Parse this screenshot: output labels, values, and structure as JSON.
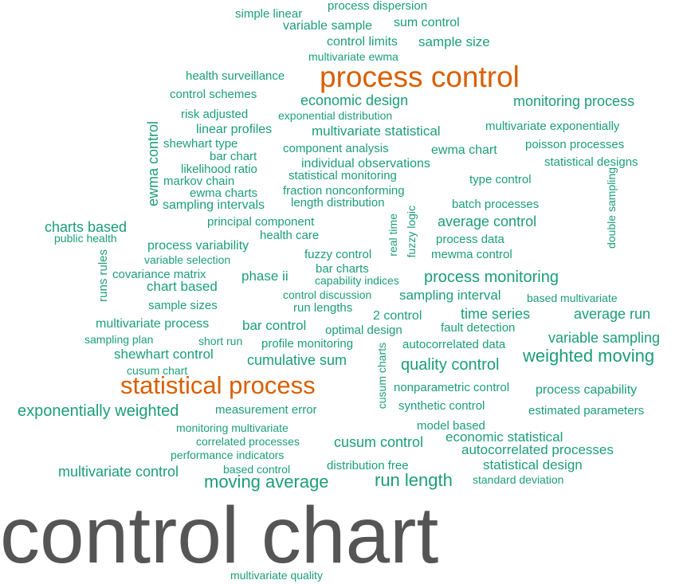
{
  "chart_data": {
    "type": "wordcloud",
    "colors": {
      "top": "#555555",
      "high": "#d95f02",
      "normal": "#1b9e77"
    },
    "words": [
      {
        "text": "control chart",
        "tier": "top"
      },
      {
        "text": "statistical process",
        "tier": "high"
      },
      {
        "text": "process control",
        "tier": "high"
      },
      {
        "text": "moving average",
        "tier": "normal"
      },
      {
        "text": "run length",
        "tier": "normal"
      },
      {
        "text": "exponentially weighted",
        "tier": "normal"
      },
      {
        "text": "weighted moving",
        "tier": "normal"
      },
      {
        "text": "quality control",
        "tier": "normal"
      },
      {
        "text": "process monitoring",
        "tier": "normal"
      },
      {
        "text": "multivariate control",
        "tier": "normal"
      },
      {
        "text": "cusum control",
        "tier": "normal"
      },
      {
        "text": "cumulative sum",
        "tier": "normal"
      },
      {
        "text": "shewhart control",
        "tier": "normal"
      },
      {
        "text": "multivariate process",
        "tier": "normal"
      },
      {
        "text": "bar control",
        "tier": "normal"
      },
      {
        "text": "2 control",
        "tier": "normal"
      },
      {
        "text": "time series",
        "tier": "normal"
      },
      {
        "text": "average run",
        "tier": "normal"
      },
      {
        "text": "variable sampling",
        "tier": "normal"
      },
      {
        "text": "sampling interval",
        "tier": "normal"
      },
      {
        "text": "average control",
        "tier": "normal"
      },
      {
        "text": "monitoring process",
        "tier": "normal"
      },
      {
        "text": "economic design",
        "tier": "normal"
      },
      {
        "text": "multivariate statistical",
        "tier": "normal"
      },
      {
        "text": "ewma control",
        "tier": "normal"
      },
      {
        "text": "charts based",
        "tier": "normal"
      },
      {
        "text": "sampling intervals",
        "tier": "normal"
      },
      {
        "text": "chart based",
        "tier": "normal"
      },
      {
        "text": "phase ii",
        "tier": "normal"
      },
      {
        "text": "economic statistical",
        "tier": "normal"
      },
      {
        "text": "autocorrelated processes",
        "tier": "normal"
      },
      {
        "text": "statistical design",
        "tier": "normal"
      },
      {
        "text": "process capability",
        "tier": "normal"
      },
      {
        "text": "control limits",
        "tier": "normal"
      },
      {
        "text": "sample size",
        "tier": "normal"
      },
      {
        "text": "variable sample",
        "tier": "normal"
      },
      {
        "text": "sum control",
        "tier": "normal"
      },
      {
        "text": "simple linear",
        "tier": "normal"
      },
      {
        "text": "process dispersion",
        "tier": "normal"
      },
      {
        "text": "multivariate ewma",
        "tier": "normal"
      },
      {
        "text": "health surveillance",
        "tier": "normal"
      },
      {
        "text": "control schemes",
        "tier": "normal"
      },
      {
        "text": "risk adjusted",
        "tier": "normal"
      },
      {
        "text": "exponential distribution",
        "tier": "normal"
      },
      {
        "text": "linear profiles",
        "tier": "normal"
      },
      {
        "text": "multivariate exponentially",
        "tier": "normal"
      },
      {
        "text": "shewhart type",
        "tier": "normal"
      },
      {
        "text": "component analysis",
        "tier": "normal"
      },
      {
        "text": "ewma chart",
        "tier": "normal"
      },
      {
        "text": "poisson processes",
        "tier": "normal"
      },
      {
        "text": "bar chart",
        "tier": "normal"
      },
      {
        "text": "individual observations",
        "tier": "normal"
      },
      {
        "text": "statistical designs",
        "tier": "normal"
      },
      {
        "text": "likelihood ratio",
        "tier": "normal"
      },
      {
        "text": "statistical monitoring",
        "tier": "normal"
      },
      {
        "text": "type control",
        "tier": "normal"
      },
      {
        "text": "markov chain",
        "tier": "normal"
      },
      {
        "text": "fraction nonconforming",
        "tier": "normal"
      },
      {
        "text": "ewma charts",
        "tier": "normal"
      },
      {
        "text": "length distribution",
        "tier": "normal"
      },
      {
        "text": "batch processes",
        "tier": "normal"
      },
      {
        "text": "principal component",
        "tier": "normal"
      },
      {
        "text": "public health",
        "tier": "normal"
      },
      {
        "text": "health care",
        "tier": "normal"
      },
      {
        "text": "process data",
        "tier": "normal"
      },
      {
        "text": "process variability",
        "tier": "normal"
      },
      {
        "text": "fuzzy control",
        "tier": "normal"
      },
      {
        "text": "mewma control",
        "tier": "normal"
      },
      {
        "text": "variable selection",
        "tier": "normal"
      },
      {
        "text": "bar charts",
        "tier": "normal"
      },
      {
        "text": "covariance matrix",
        "tier": "normal"
      },
      {
        "text": "capability indices",
        "tier": "normal"
      },
      {
        "text": "control discussion",
        "tier": "normal"
      },
      {
        "text": "based multivariate",
        "tier": "normal"
      },
      {
        "text": "sample sizes",
        "tier": "normal"
      },
      {
        "text": "run lengths",
        "tier": "normal"
      },
      {
        "text": "optimal design",
        "tier": "normal"
      },
      {
        "text": "fault detection",
        "tier": "normal"
      },
      {
        "text": "sampling plan",
        "tier": "normal"
      },
      {
        "text": "short run",
        "tier": "normal"
      },
      {
        "text": "profile monitoring",
        "tier": "normal"
      },
      {
        "text": "autocorrelated data",
        "tier": "normal"
      },
      {
        "text": "cusum chart",
        "tier": "normal"
      },
      {
        "text": "nonparametric control",
        "tier": "normal"
      },
      {
        "text": "measurement error",
        "tier": "normal"
      },
      {
        "text": "synthetic control",
        "tier": "normal"
      },
      {
        "text": "estimated parameters",
        "tier": "normal"
      },
      {
        "text": "monitoring multivariate",
        "tier": "normal"
      },
      {
        "text": "model based",
        "tier": "normal"
      },
      {
        "text": "correlated processes",
        "tier": "normal"
      },
      {
        "text": "performance indicators",
        "tier": "normal"
      },
      {
        "text": "based control",
        "tier": "normal"
      },
      {
        "text": "distribution free",
        "tier": "normal"
      },
      {
        "text": "standard deviation",
        "tier": "normal"
      },
      {
        "text": "multivariate quality",
        "tier": "normal"
      },
      {
        "text": "real time",
        "tier": "normal"
      },
      {
        "text": "fuzzy logic",
        "tier": "normal"
      },
      {
        "text": "double sampling",
        "tier": "normal"
      },
      {
        "text": "runs rules",
        "tier": "normal"
      },
      {
        "text": "cusum charts",
        "tier": "normal"
      }
    ]
  }
}
